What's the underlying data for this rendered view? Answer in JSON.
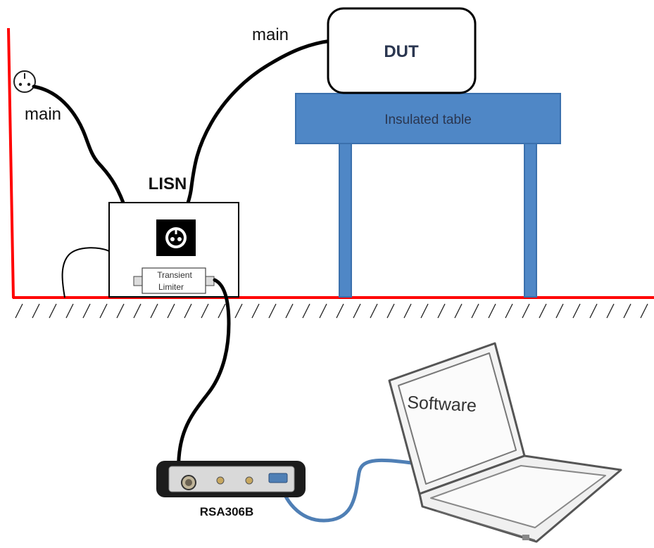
{
  "labels": {
    "main_top": "main",
    "main_left": "main",
    "dut": "DUT",
    "table": "Insulated table",
    "lisn": "LISN",
    "limiter_line1": "Transient",
    "limiter_line2": "Limiter",
    "analyzer": "RSA306B",
    "software": "Software"
  },
  "colors": {
    "ground_plane": "#ff0000",
    "table": "#4f87c6",
    "table_border": "#3a70ad",
    "usb_cable": "#4f7fb5",
    "power_cable": "#000000",
    "dut_text": "#2a3650"
  },
  "icons": {
    "wall_socket": "outlet-icon",
    "lisn_socket": "outlet-icon",
    "ground_hatch": "ground-hatch",
    "analyzer": "spectrum-analyzer-device",
    "laptop": "laptop-icon"
  }
}
